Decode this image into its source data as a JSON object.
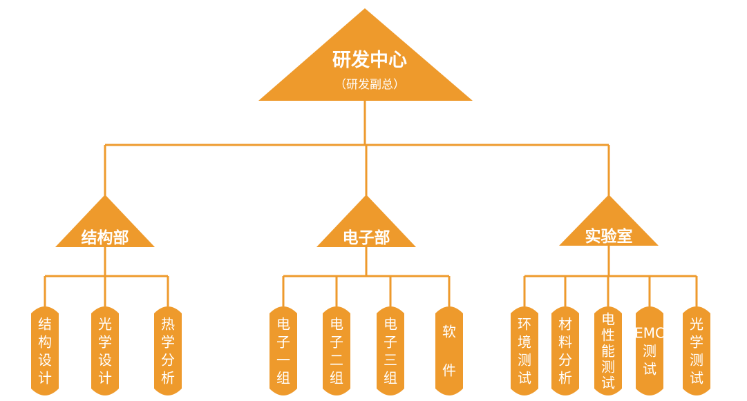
{
  "root": {
    "title": "研发中心",
    "subtitle": "（研发副总）"
  },
  "departments": [
    {
      "name": "结构部",
      "teams": [
        "结构设计",
        "光学设计",
        "热学分析"
      ]
    },
    {
      "name": "电子部",
      "teams": [
        "电子一组",
        "电子二组",
        "电子三组",
        "软件"
      ]
    },
    {
      "name": "实验室",
      "teams": [
        "环境测试",
        "材料分析",
        "电性能测试",
        "EMC测试",
        "光学测试"
      ]
    }
  ],
  "colors": {
    "fill": "#ee9a2c",
    "line": "#ee9a2c",
    "text": "#ffffff"
  }
}
